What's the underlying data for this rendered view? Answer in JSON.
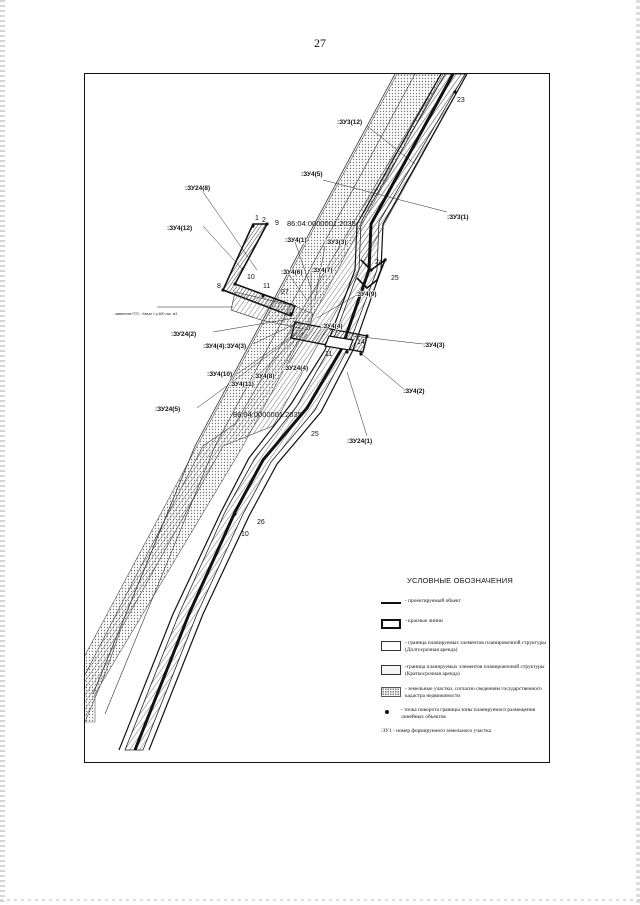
{
  "page": {
    "number": "27"
  },
  "map": {
    "cadastral_labels": [
      "86:04:0000001:2035",
      "86:04:0000001:2035"
    ],
    "parcel_labels": [
      ":ЗУ3(12)",
      ":ЗУ4(5)",
      ":ЗУ3(1)",
      ":ЗУ24(8)",
      ":ЗУ4(12)",
      ":ЗУ4(1)",
      ":ЗУ4(7)",
      ":ЗУ3(3)",
      ":ЗУ4(9)",
      ":ЗУ4(6)",
      ":ЗУ24(2)",
      ":ЗУ4(4):ЗУ4(3)",
      ":ЗУ4(10)",
      ":ЗУ4(11)",
      ":ЗУ4(8)",
      ":ЗУ24(4)",
      ":ЗУ24(5)",
      ":ЗУ4(3)",
      ":ЗУ4(2)",
      ":ЗУ24(1)",
      ":ЗУ4(4)"
    ],
    "point_labels": [
      "1",
      "2",
      "9",
      "10",
      "11",
      "27",
      "8",
      "24",
      "25",
      "23",
      "11",
      "14",
      "25",
      "26",
      "10"
    ],
    "small_note": "- заявление ПТС - Канал 1 р.600 тыс. м3"
  },
  "legend": {
    "title": "УСЛОВНЫЕ ОБОЗНАЧЕНИЯ",
    "items": [
      {
        "symbol": "line",
        "text": "- проектируемый объект"
      },
      {
        "symbol": "red-line",
        "text": "- красные линии"
      },
      {
        "symbol": "long-lease-box",
        "text": "- граница планируемых элементов планировочной структуры (Долгосрочная аренда)"
      },
      {
        "symbol": "short-lease-box",
        "text": "-граница планируемых элементов планировочной структуры (Краткосрочная аренда)"
      },
      {
        "symbol": "dotted-box",
        "text": "- земельные участки, согласно сведениям государственного кадастра недвижимости"
      },
      {
        "symbol": "dot",
        "text": "- точка поворота границы зоны планируемого размещения линейных объектов"
      },
      {
        "symbol": "none",
        "text": ":ЗУ1 - номер формируемого земельного участка"
      }
    ]
  }
}
